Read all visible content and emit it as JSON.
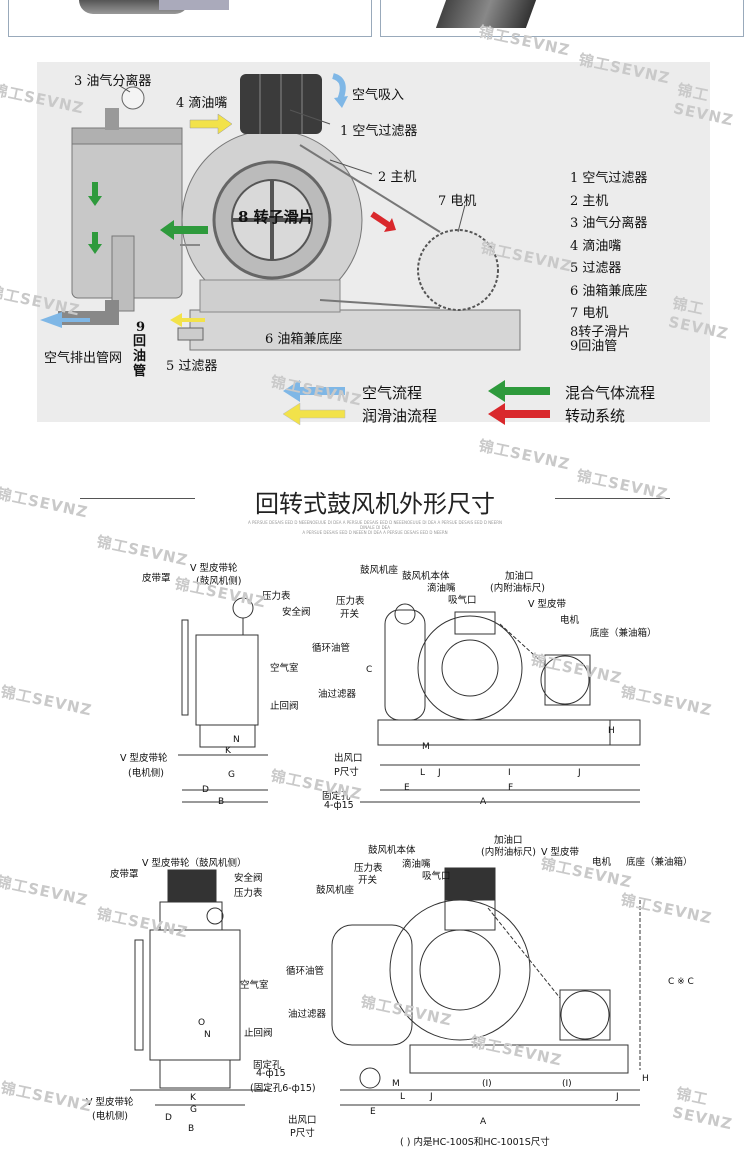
{
  "watermark": "锦工SEVNZ",
  "top_diagram": {
    "callouts": {
      "separator": "3 油气分离器",
      "drip": "4 滴油嘴",
      "intake": "空气吸入",
      "filter": "1 空气过滤器",
      "main": "2 主机",
      "motor": "7 电机",
      "rotor": "8 转子滑片",
      "base": "6 油箱兼底座",
      "exhaust": "空气排出管网",
      "return_num": "9",
      "return_text": "回油管",
      "oil_filter": "5 过滤器"
    },
    "parts_list": [
      "1 空气过滤器",
      "2 主机",
      "3 油气分离器",
      "4 滴油嘴",
      "5 过滤器",
      "6 油箱兼底座",
      "7 电机",
      "8转子滑片",
      "9回油管"
    ],
    "legend": {
      "air_flow": "空气流程",
      "mixed_flow": "混合气体流程",
      "oil_flow": "润滑油流程",
      "drive": "转动系统"
    },
    "colors": {
      "air": "#7fb7e6",
      "mixed": "#2e9a3c",
      "oil": "#f2e24a",
      "drive": "#d9282c"
    }
  },
  "section_title": "回转式鼓风机外形尺寸",
  "section_fine_print": [
    "A PERSUE DESAIS EED D NEEENOEUUE  DI DEA A PERSUE DESAIS EED D NEEENOEUUE  DI DEA A PERSUE DESAIS EED D NEERN",
    "DINALE  DI DEA",
    "A PERSUE DESAIS EED D NEEEN DI DEA A PERSUE DESAIS EED D NEERN"
  ],
  "drawing1": {
    "left_labels": [
      "皮带罩",
      "V 型皮带轮",
      "(鼓风机侧)",
      "压力表",
      "安全阀",
      "空气室",
      "止回阀",
      "V 型皮带轮",
      "(电机侧)"
    ],
    "right_labels": [
      "鼓风机座",
      "鼓风机本体",
      "滴油嘴",
      "吸气口",
      "压力表",
      "开关",
      "加油口",
      "(内附油标尺)",
      "V 型皮带",
      "电机",
      "底座（兼油箱）",
      "循环油管",
      "油过滤器",
      "出风口",
      "P尺寸",
      "固定孔",
      "4-ф15"
    ],
    "dims": [
      "C",
      "H",
      "K",
      "N",
      "G",
      "D",
      "B",
      "M",
      "E",
      "L",
      "J",
      "I",
      "J",
      "F",
      "A"
    ]
  },
  "drawing2": {
    "left_labels": [
      "皮带罩",
      "V 型皮带轮（鼓风机侧）",
      "安全阀",
      "压力表",
      "空气室",
      "止回阀",
      "固定孔",
      "4-ф15",
      "(固定孔6-ф15)",
      "V 型皮带轮",
      "(电机侧)"
    ],
    "right_labels": [
      "鼓风机本体",
      "压力表",
      "开关",
      "鼓风机座",
      "滴油嘴",
      "吸气口",
      "加油口",
      "(内附油标尺)",
      "V 型皮带",
      "电机",
      "底座（兼油箱）",
      "循环油管",
      "油过滤器",
      "出风口",
      "P尺寸"
    ],
    "dims": [
      "O",
      "N",
      "K",
      "G",
      "D",
      "B",
      "M",
      "E",
      "L",
      "J",
      "(I)",
      "(I)",
      "J",
      "A",
      "C ※ C",
      "H"
    ],
    "footnote": "( ) 内是HC-100S和HC-1001S尺寸"
  }
}
